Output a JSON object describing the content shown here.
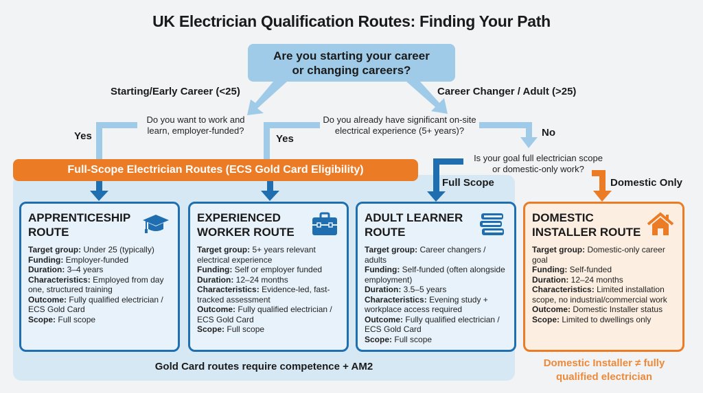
{
  "title": "UK Electrician Qualification Routes: Finding Your Path",
  "start_question": {
    "line1": "Are you starting your career",
    "line2": "or changing careers?"
  },
  "branches": {
    "left_label": "Starting/Early Career (<25)",
    "right_label": "Career Changer / Adult (>25)"
  },
  "questions": {
    "work_learn": {
      "line1": "Do you want to work and",
      "line2": "learn, employer-funded?"
    },
    "experience": {
      "line1": "Do you already have significant on-site",
      "line2": "electrical experience (5+ years)?"
    },
    "goal": {
      "line1": "Is your goal full electrician scope",
      "line2": "or domestic-only work?"
    }
  },
  "answers": {
    "yes_apprentice": "Yes",
    "yes_experienced": "Yes",
    "no_experience": "No",
    "full_scope": "Full Scope",
    "domestic_only": "Domestic Only"
  },
  "banner": "Full-Scope Electrician Routes (ECS Gold Card Eligibility)",
  "colors": {
    "accent_blue": "#1f6fb0",
    "light_blue": "#9fcbe9",
    "accent_orange": "#ec7b25",
    "gold_panel": "#d6e8f4"
  },
  "routes": [
    {
      "title_line1": "APPRENTICESHIP",
      "title_line2": "ROUTE",
      "icon": "graduation-cap-icon",
      "fields": [
        {
          "label": "Target group:",
          "value": "Under 25 (typically)"
        },
        {
          "label": "Funding:",
          "value": "Employer-funded"
        },
        {
          "label": "Duration:",
          "value": "3–4 years"
        },
        {
          "label": "Characteristics:",
          "value": "Employed from day one, structured training"
        },
        {
          "label": "Outcome:",
          "value": "Fully qualified electrician / ECS Gold Card"
        },
        {
          "label": "Scope:",
          "value": "Full scope"
        }
      ]
    },
    {
      "title_line1": "EXPERIENCED",
      "title_line2": "WORKER ROUTE",
      "icon": "toolbox-icon",
      "fields": [
        {
          "label": "Target group:",
          "value": "5+ years relevant electrical experience"
        },
        {
          "label": "Funding:",
          "value": "Self or employer funded"
        },
        {
          "label": "Duration:",
          "value": "12–24 months"
        },
        {
          "label": "Characteristics:",
          "value": "Evidence-led, fast-tracked assessment"
        },
        {
          "label": "Outcome:",
          "value": "Fully qualified electrician / ECS Gold Card"
        },
        {
          "label": "Scope:",
          "value": "Full scope"
        }
      ]
    },
    {
      "title_line1": "ADULT LEARNER",
      "title_line2": "ROUTE",
      "icon": "books-icon",
      "fields": [
        {
          "label": "Target group:",
          "value": "Career changers / adults"
        },
        {
          "label": "Funding:",
          "value": "Self-funded (often alongside employment)"
        },
        {
          "label": "Duration:",
          "value": "3.5–5 years"
        },
        {
          "label": "Characteristics:",
          "value": "Evening study + workplace access required"
        },
        {
          "label": "Outcome:",
          "value": "Fully qualified electrician / ECS Gold Card"
        },
        {
          "label": "Scope:",
          "value": "Full scope"
        }
      ]
    },
    {
      "title_line1": "DOMESTIC",
      "title_line2": "INSTALLER ROUTE",
      "icon": "house-icon",
      "fields": [
        {
          "label": "Target group:",
          "value": "Domestic-only career goal"
        },
        {
          "label": "Funding:",
          "value": "Self-funded"
        },
        {
          "label": "Duration:",
          "value": "12–24 months"
        },
        {
          "label": "Characteristics:",
          "value": "Limited installation scope, no industrial/commercial work"
        },
        {
          "label": "Outcome:",
          "value": "Domestic Installer status"
        },
        {
          "label": "Scope:",
          "value": "Limited to dwellings only"
        }
      ]
    }
  ],
  "footer_note": "Gold Card routes require competence + AM2",
  "domestic_note": {
    "line1": "Domestic Installer ≠ fully",
    "line2": "qualified electrician"
  }
}
